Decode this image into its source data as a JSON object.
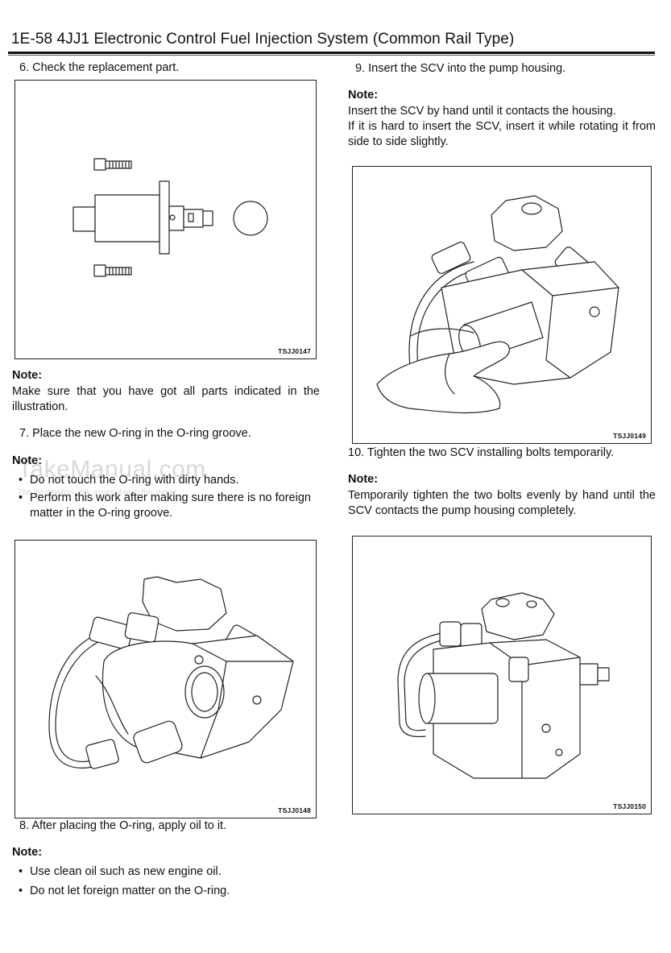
{
  "header": {
    "title": "1E-58 4JJ1 Electronic Control Fuel Injection System (Common Rail Type)"
  },
  "watermark": {
    "main": "TakeManual.com",
    "sub": "The information only accessible in this mode"
  },
  "left": {
    "step6": "6.  Check the replacement part.",
    "fig1_id": "TSJJ0147",
    "note1_heading": "Note:",
    "note1_text": "Make sure that you have got all parts indicated in the illustration.",
    "step7": "7.  Place the new O-ring in the O-ring groove.",
    "note2_heading": "Note:",
    "note2_bullets": [
      "Do not touch the O-ring with dirty hands.",
      "Perform this work after making sure there is no foreign matter in the O-ring groove."
    ],
    "fig2_id": "TSJJ0148",
    "step8": "8.  After placing the O-ring, apply oil to it.",
    "note3_heading": "Note:",
    "note3_bullets": [
      "Use clean oil such as new engine oil.",
      "Do not let foreign matter on the O-ring."
    ]
  },
  "right": {
    "step9": "9.  Insert the SCV into the pump housing.",
    "note4_heading": "Note:",
    "note4_line1": "Insert the SCV by hand until it contacts the housing.",
    "note4_line2": "If it is hard to insert the SCV, insert it while rotating it from side to side slightly.",
    "fig3_id": "TSJJ0149",
    "step10": "10.  Tighten the two SCV installing bolts temporarily.",
    "note5_heading": "Note:",
    "note5_text": "Temporarily tighten the two bolts evenly by hand until the SCV contacts the pump housing completely.",
    "fig4_id": "TSJJ0150"
  }
}
